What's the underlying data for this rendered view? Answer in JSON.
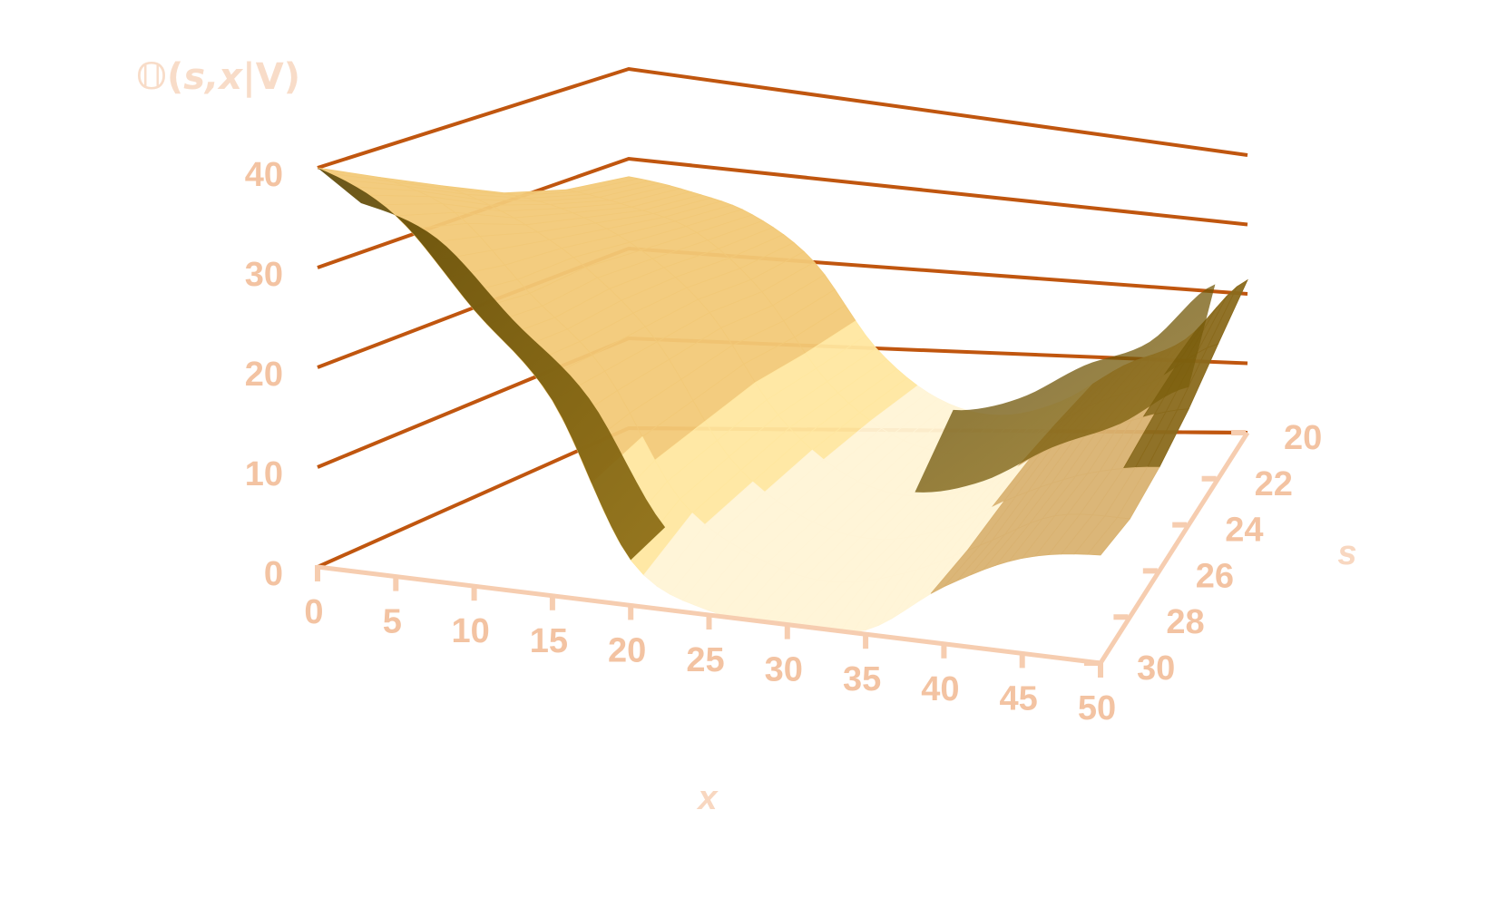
{
  "chart_data": {
    "type": "surface",
    "title": "",
    "xlabel": "x",
    "ylabel": "s",
    "zlabel_prefix": "𝕆",
    "zlabel_args": "s,x",
    "zlabel_given": "V",
    "xlim": [
      0,
      50
    ],
    "ylim": [
      20,
      30
    ],
    "zlim": [
      0,
      40
    ],
    "x_ticks": [
      "0",
      "5",
      "10",
      "15",
      "20",
      "25",
      "30",
      "35",
      "40",
      "45",
      "50"
    ],
    "s_ticks": [
      "20",
      "22",
      "24",
      "26",
      "28",
      "30"
    ],
    "z_ticks": [
      "0",
      "10",
      "20",
      "30",
      "40"
    ],
    "grid": true,
    "surface": {
      "x": [
        0,
        5,
        10,
        15,
        20,
        25,
        30,
        35,
        40,
        45,
        50
      ],
      "s": [
        20,
        22,
        24,
        26,
        28,
        30
      ],
      "z": [
        [
          28,
          27,
          25,
          20,
          10,
          4,
          2,
          4,
          9,
          13,
          22
        ],
        [
          29,
          28,
          26,
          20,
          10,
          4,
          2,
          4,
          9,
          13,
          19
        ],
        [
          31,
          30,
          27,
          21,
          10,
          3.5,
          1.5,
          3.5,
          9,
          13,
          16
        ],
        [
          34,
          32,
          28,
          21,
          9,
          3,
          1,
          3,
          8,
          12,
          14
        ],
        [
          37,
          35,
          28,
          21,
          8,
          2.5,
          0.5,
          2.5,
          7,
          12,
          13
        ],
        [
          40,
          37,
          29,
          21,
          5,
          0.5,
          0,
          0.5,
          7,
          12,
          14
        ]
      ]
    },
    "colors": {
      "grid": "#c0560f",
      "axis": "#f6cdb0",
      "text": "#f3c3a2",
      "surface_light": "#fff6c0",
      "surface_mid": "#f6c46c",
      "surface_dark": "#5a4400"
    }
  }
}
